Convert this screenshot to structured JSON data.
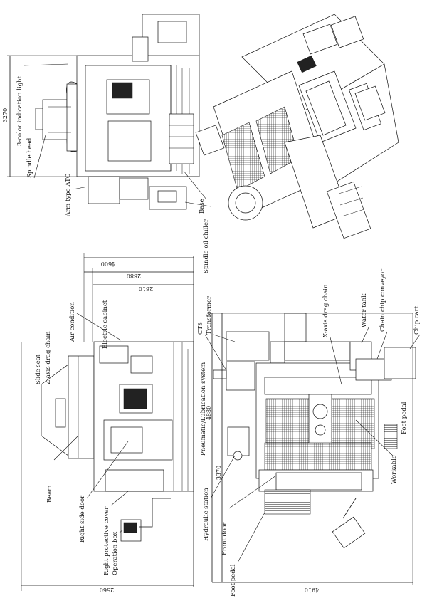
{
  "labels": {
    "indication_light": "3-color indication light",
    "spindle_head": "Spindle head",
    "arm_type_atc": "Arm type ATC",
    "base": "Base",
    "spindle_oil_chiller": "Spindle oil chiller",
    "slide_seat": "Slide seat",
    "z_axis_drag_chain": "Z-axis drag chain",
    "air_condition": "Air condition",
    "electric_cabinet": "Electric cabinet",
    "transformer": "Transformer",
    "cts": "CTS",
    "pneumatic_lubrication": "Pneumatic/Lubrication system",
    "hydraulic_station": "Hydraulic station",
    "beam": "Beam",
    "right_side_door": "Right side door",
    "right_protective_cover": "Right protective cover",
    "operation_box": "Operation box",
    "foot_pedal_left": "Foot pedal",
    "front_door": "Front door",
    "workable": "Workable",
    "foot_pedal_right": "Foot pedal",
    "x_axis_drag_chain": "X-axis drag chain",
    "water_tank": "Water tank",
    "chain_chip_conveyor": "Chain chip conveyor",
    "chip_cart": "Chip cart"
  },
  "dimensions": {
    "side_height": "3270",
    "width_4600": "4600",
    "width_2880": "2880",
    "width_2610": "2610",
    "width_2560": "2560",
    "depth_4880": "4880",
    "depth_3370": "3370",
    "length_4910": "4910"
  }
}
